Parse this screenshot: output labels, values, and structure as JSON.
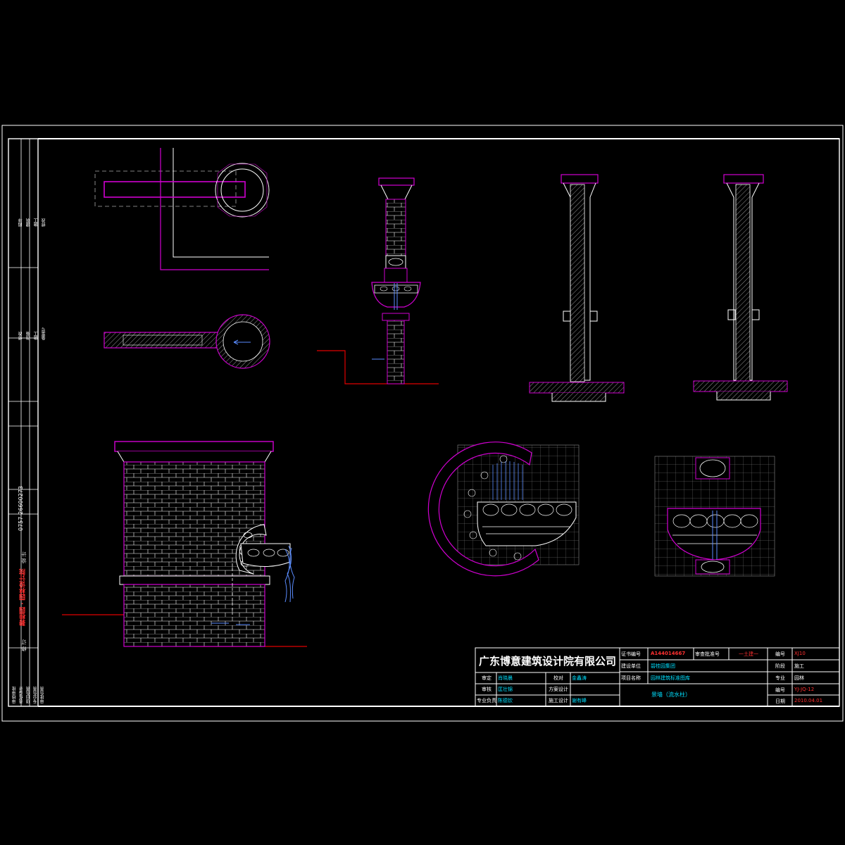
{
  "title_block": {
    "company": "广东博意建筑设计院有限公司",
    "cert_label": "证书编号",
    "cert_value": "A144014667",
    "seal_label": "审查批准号",
    "seal_value": "一土建一",
    "drawing_no_label": "编号",
    "drawing_no_value": "XJ10",
    "client_label": "建设单位",
    "client_value": "碧桂园集团",
    "phase_label": "阶段",
    "phase_value": "施工",
    "project_label": "项目名称",
    "project_value": "园林建筑标准图库",
    "discipline_label": "专业",
    "discipline_value": "园林",
    "sheet_title": "景墙（流水柱）",
    "sheet_no_label": "编号",
    "sheet_no_value": "YJ-JQ-12",
    "date_label": "日期",
    "date_value": "2010.04.01",
    "approve_label": "审定",
    "approve_name": "肖晓晨",
    "check_label": "校对",
    "check_name": "金鑫涛",
    "review_label": "审核",
    "review_name": "匡壮锦",
    "scheme_label": "方案设计",
    "lead_label": "专业负责",
    "lead_name": "陈德钦",
    "construct_label": "施工设计",
    "construct_name": "谢有峰"
  },
  "side_strip": {
    "phone": "0757-26600273",
    "brand": "碧桂园 · 园林设计院",
    "design_label": "设 计",
    "design_sub": "修 订",
    "notes_top": [
      "园林",
      "建筑",
      "施工",
      "修改"
    ],
    "notes_mid": [
      "修改",
      "改版",
      "施工",
      "备案号"
    ],
    "bottom_labels": [
      "责任设计",
      "项目负责",
      "专业负责",
      "审批负责"
    ],
    "bottom_main": "审核审批"
  }
}
